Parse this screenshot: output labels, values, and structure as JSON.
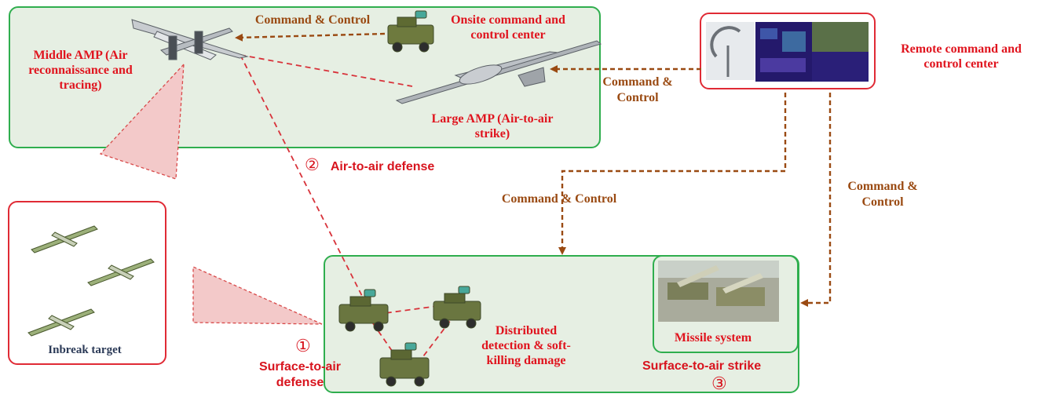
{
  "onsite_center": "Onsite command and control center",
  "remote_center": "Remote command and control center",
  "middle_amp": "Middle AMP (Air reconnaissance and tracing)",
  "large_amp": "Large AMP (Air-to-air strike)",
  "cc_top": "Command & Control",
  "cc_remote_left": "Command & Control",
  "cc_middle": "Command & Control",
  "cc_right": "Command & Control",
  "air_to_air": {
    "num": "②",
    "label": "Air-to-air defense"
  },
  "surface_to_air_defense": {
    "num": "①",
    "label": "Surface-to-air defense"
  },
  "surface_to_air_strike": {
    "num": "③",
    "label": "Surface-to-air strike"
  },
  "distributed": "Distributed detection & soft-killing damage",
  "missile_system": "Missile system",
  "inbreak_target": "Inbreak target",
  "colors": {
    "green_border": "#2fae4e",
    "red_border": "#e02a35",
    "brown_arrow": "#9a4a12",
    "red_text": "#e0141e"
  }
}
